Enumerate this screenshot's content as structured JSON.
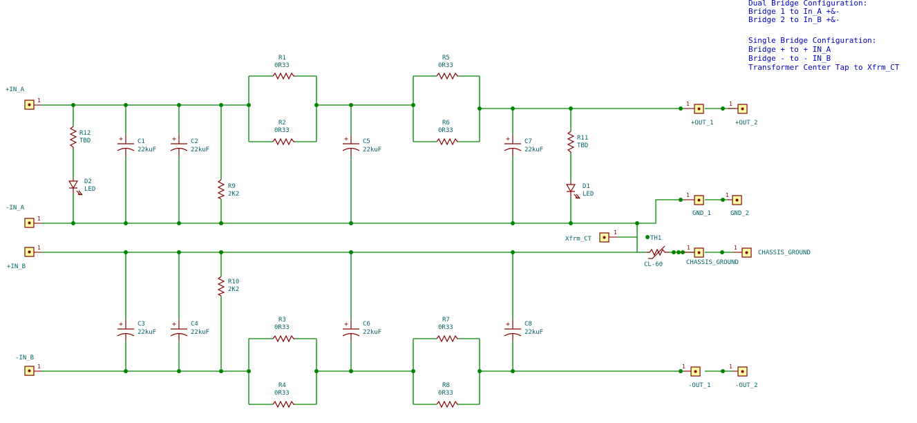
{
  "notes": [
    "Dual Bridge Configuration:",
    "Bridge 1 to In_A +&-",
    "Bridge 2 to In_B +&-",
    "",
    "Single Bridge Configuration:",
    "Bridge + to + IN_A",
    "Bridge - to - IN_B",
    "Transformer Center Tap to Xfrm_CT"
  ],
  "connectors": [
    {
      "label": "+IN_A",
      "pin": "1"
    },
    {
      "label": "-IN_A",
      "pin": "1"
    },
    {
      "label": "+IN_B",
      "pin": "1"
    },
    {
      "label": "-IN_B",
      "pin": "1"
    },
    {
      "label": "+OUT_1",
      "pin": "1"
    },
    {
      "label": "+OUT_2",
      "pin": "1"
    },
    {
      "label": "GND_1",
      "pin": "1"
    },
    {
      "label": "GND_2",
      "pin": "1"
    },
    {
      "label": "Xfrm_CT",
      "pin": "1"
    },
    {
      "label": "CHASSIS_GROUND",
      "pin": "1"
    },
    {
      "label": "CHASSIS_GROUND",
      "pin": "1"
    },
    {
      "label": "-OUT_1",
      "pin": "1"
    },
    {
      "label": "-OUT_2",
      "pin": "1"
    }
  ],
  "resistors": [
    {
      "ref": "R1",
      "value": "0R33"
    },
    {
      "ref": "R2",
      "value": "0R33"
    },
    {
      "ref": "R5",
      "value": "0R33"
    },
    {
      "ref": "R6",
      "value": "0R33"
    },
    {
      "ref": "R3",
      "value": "0R33"
    },
    {
      "ref": "R4",
      "value": "0R33"
    },
    {
      "ref": "R7",
      "value": "0R33"
    },
    {
      "ref": "R8",
      "value": "0R33"
    },
    {
      "ref": "R12",
      "value": "TBD"
    },
    {
      "ref": "R11",
      "value": "TBD"
    },
    {
      "ref": "R9",
      "value": "2K2"
    },
    {
      "ref": "R10",
      "value": "2K2"
    }
  ],
  "capacitors": [
    {
      "ref": "C1",
      "value": "22kuF"
    },
    {
      "ref": "C2",
      "value": "22kuF"
    },
    {
      "ref": "C5",
      "value": "22kuF"
    },
    {
      "ref": "C7",
      "value": "22kuF"
    },
    {
      "ref": "C3",
      "value": "22kuF"
    },
    {
      "ref": "C4",
      "value": "22kuF"
    },
    {
      "ref": "C6",
      "value": "22kuF"
    },
    {
      "ref": "C8",
      "value": "22kuF"
    }
  ],
  "leds": [
    {
      "ref": "D2",
      "value": "LED"
    },
    {
      "ref": "D1",
      "value": "LED"
    }
  ],
  "thermistor": {
    "ref": "TH1",
    "value": "CL-60"
  },
  "colors": {
    "wire": "#008400",
    "part": "#840000",
    "text": "#006464",
    "note": "#0000c8",
    "pad": "#ffffa8"
  }
}
